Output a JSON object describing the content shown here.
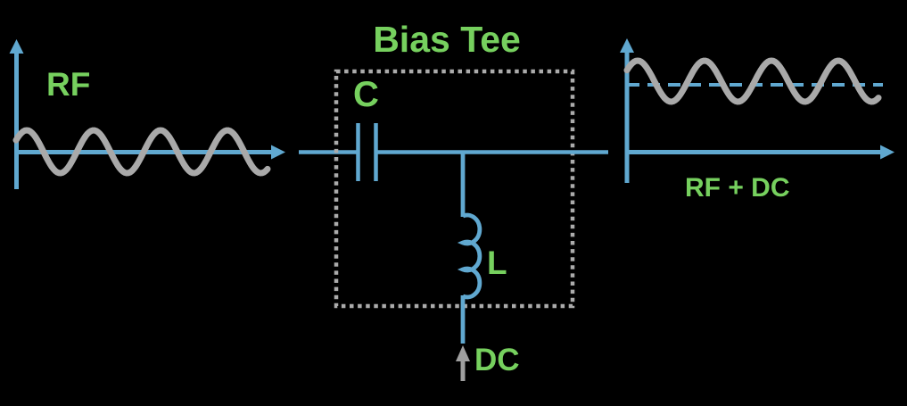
{
  "diagram": {
    "title": "Bias Tee",
    "labels": {
      "input_signal": "RF",
      "capacitor": "C",
      "inductor": "L",
      "dc_input": "DC",
      "output_signal": "RF + DC"
    },
    "colors": {
      "circuit_blue": "#60A8D0",
      "label_green": "#76D05E",
      "wave_gray": "#A9A9A9",
      "box_dotted_gray": "#ABABAB",
      "dc_arrow_gray": "#9F9F9F",
      "background": "#000000"
    }
  }
}
